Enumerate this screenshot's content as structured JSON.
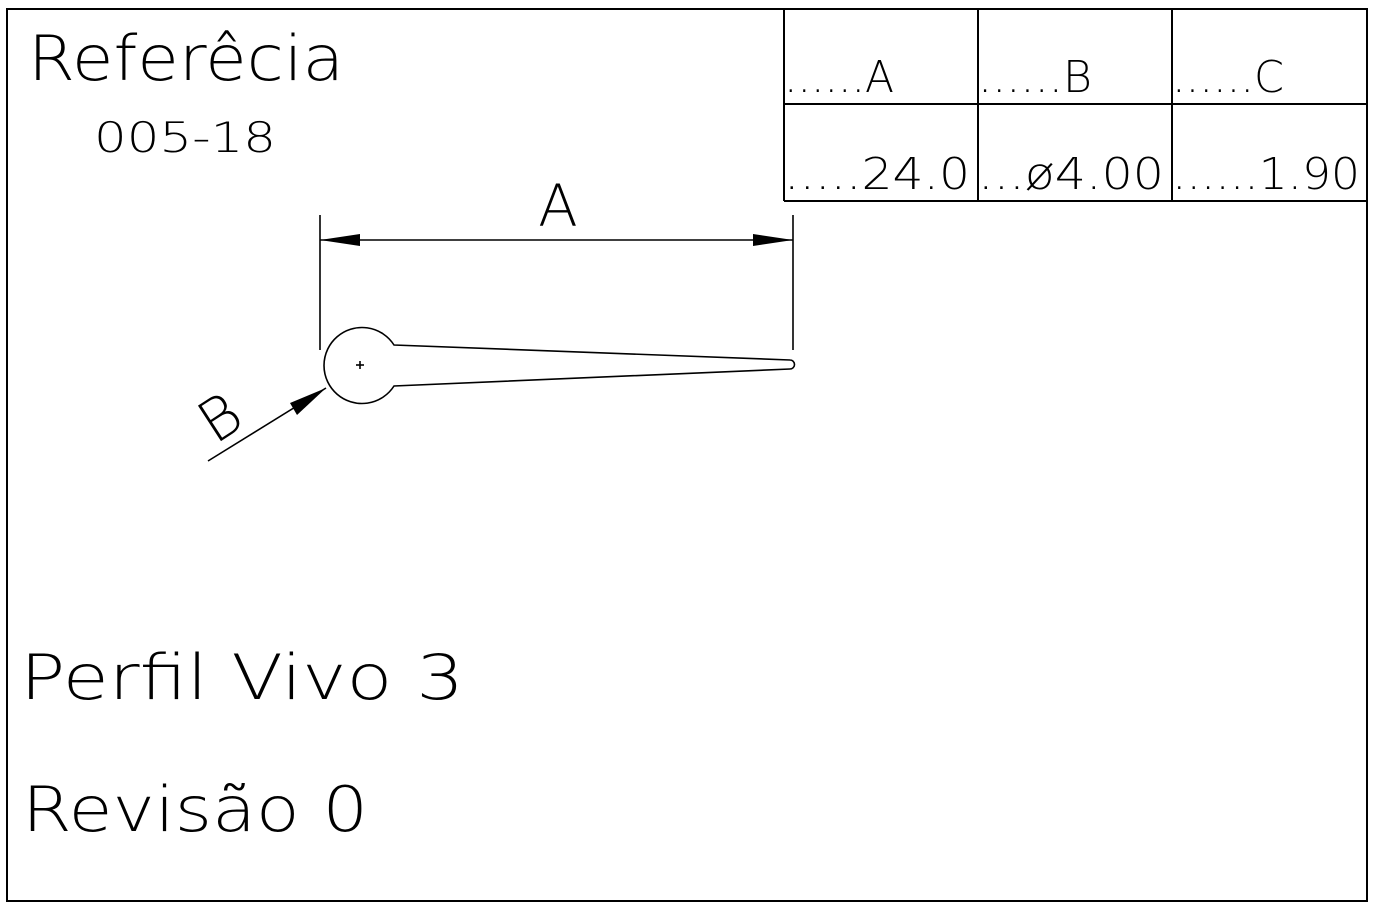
{
  "title_block": {
    "reference_label": "Referêcia",
    "reference_code": "005-18",
    "profile_name": "Perfil Vivo 3",
    "revision": "Revisão 0"
  },
  "dimension_table": {
    "headers": [
      "......A",
      "......B",
      "......C"
    ],
    "values": [
      ".....24.0",
      "...ø4.00",
      "......1.90"
    ]
  },
  "drawing": {
    "dimension_a_label": "A",
    "dimension_b_label": "B"
  }
}
